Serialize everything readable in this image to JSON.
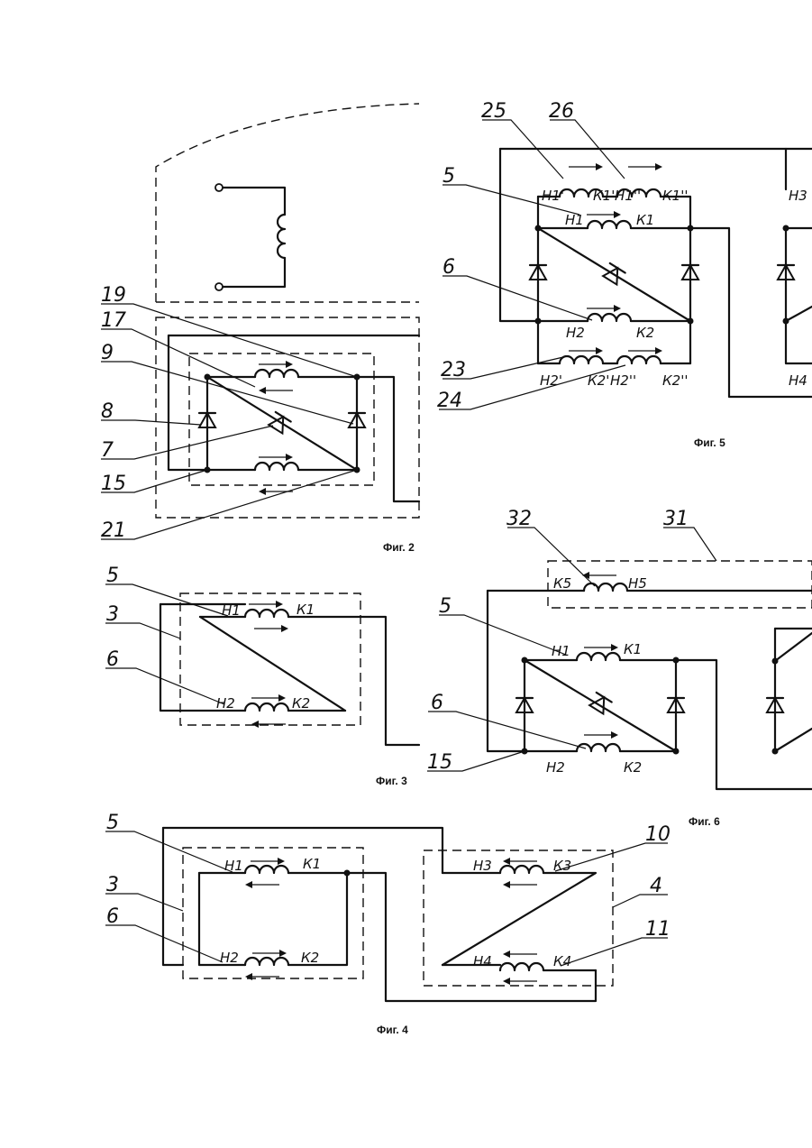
{
  "captions": {
    "fig2": "Фиг. 2",
    "fig3": "Фиг. 3",
    "fig4": "Фиг. 4",
    "fig5": "Фиг. 5",
    "fig6": "Фиг. 6"
  },
  "fig2": {
    "refs": [
      "19",
      "17",
      "9",
      "8",
      "7",
      "15",
      "21"
    ]
  },
  "fig3": {
    "refs": [
      "5",
      "3",
      "6"
    ],
    "coil1": {
      "start": "Н1",
      "end": "К1"
    },
    "coil2": {
      "start": "Н2",
      "end": "К2"
    }
  },
  "fig4": {
    "refs": [
      "5",
      "3",
      "6",
      "10",
      "4",
      "11"
    ],
    "coil1": {
      "start": "Н1",
      "end": "К1"
    },
    "coil2": {
      "start": "Н2",
      "end": "К2"
    },
    "coil3": {
      "start": "Н3",
      "end": "К3"
    },
    "coil4": {
      "start": "Н4",
      "end": "К4"
    }
  },
  "fig5": {
    "refs": [
      "25",
      "26",
      "5",
      "6",
      "23",
      "24"
    ],
    "labels": [
      "Н1'",
      "К1'",
      "Н1''",
      "К1''",
      "Н1",
      "К1",
      "Н2",
      "К2",
      "Н2'",
      "К2'",
      "Н2''",
      "К2''",
      "Н3",
      "Н4"
    ]
  },
  "fig6": {
    "refs": [
      "32",
      "31",
      "5",
      "6",
      "15"
    ],
    "coil5": {
      "start": "Н5",
      "end": "К5"
    },
    "coil1": {
      "start": "Н1",
      "end": "К1"
    },
    "coil2": {
      "start": "Н2",
      "end": "К2"
    }
  }
}
